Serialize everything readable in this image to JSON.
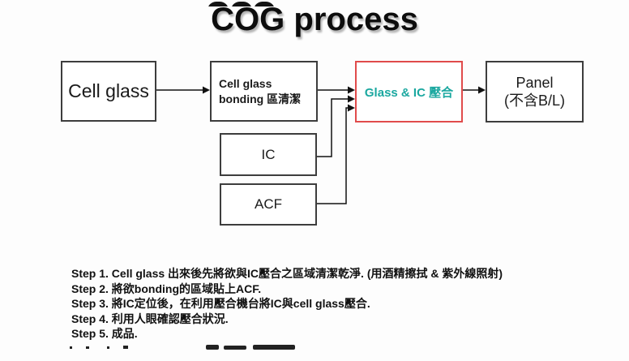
{
  "title": "COG process",
  "colors": {
    "teal_text": "#1ba8a0",
    "highlight_box_border": "#e04b4b",
    "box_border": "#3d3d3d"
  },
  "boxes": {
    "cell_glass": {
      "label": "Cell glass"
    },
    "bonding": {
      "line1": "Cell glass",
      "line2": "bonding 區清潔"
    },
    "glass_ic": {
      "label": "Glass & IC 壓合"
    },
    "panel": {
      "line1": "Panel",
      "line2": "(不含B/L)"
    },
    "ic": {
      "label": "IC"
    },
    "acf": {
      "label": "ACF"
    }
  },
  "steps": [
    "Step 1. Cell glass 出來後先將欲與IC壓合之區域清潔乾淨. (用酒精擦拭 & 紫外線照射)",
    "Step 2. 將欲bonding的區域貼上ACF.",
    "Step 3. 將IC定位後，在利用壓合機台將IC與cell glass壓合.",
    "Step 4. 利用人眼確認壓合狀況.",
    "Step 5. 成品."
  ]
}
